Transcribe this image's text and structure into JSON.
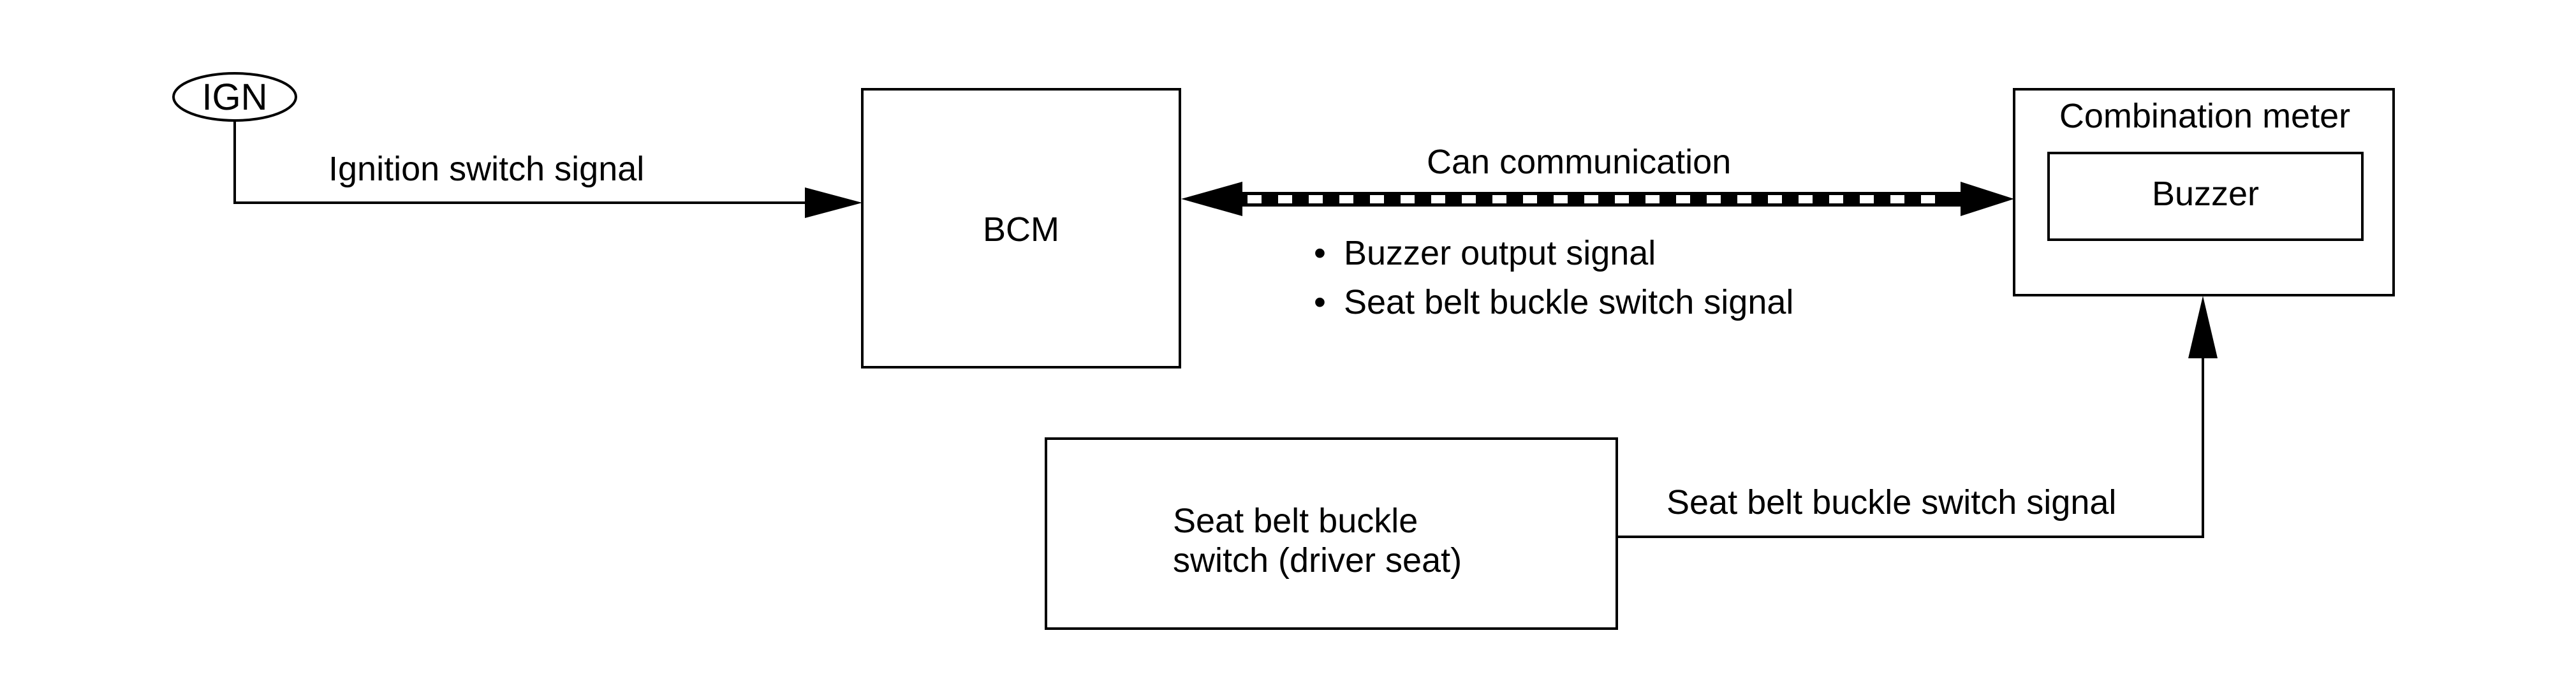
{
  "ign_terminal": {
    "label": "IGN"
  },
  "ignition_switch_line": {
    "label": "Ignition switch signal"
  },
  "bcm": {
    "label": "BCM"
  },
  "can_link": {
    "label": "Can communication",
    "signals": [
      "Buzzer output signal",
      "Seat belt buckle switch signal"
    ],
    "bullet": "•"
  },
  "combination_meter": {
    "label": "Combination meter",
    "buzzer": {
      "label": "Buzzer"
    }
  },
  "seat_belt_switch": {
    "label_lines": [
      "Seat belt buckle",
      "switch (driver seat)"
    ]
  },
  "seat_belt_line": {
    "label": "Seat belt buckle switch signal"
  },
  "colors": {
    "line": "#000000",
    "background": "#ffffff"
  }
}
